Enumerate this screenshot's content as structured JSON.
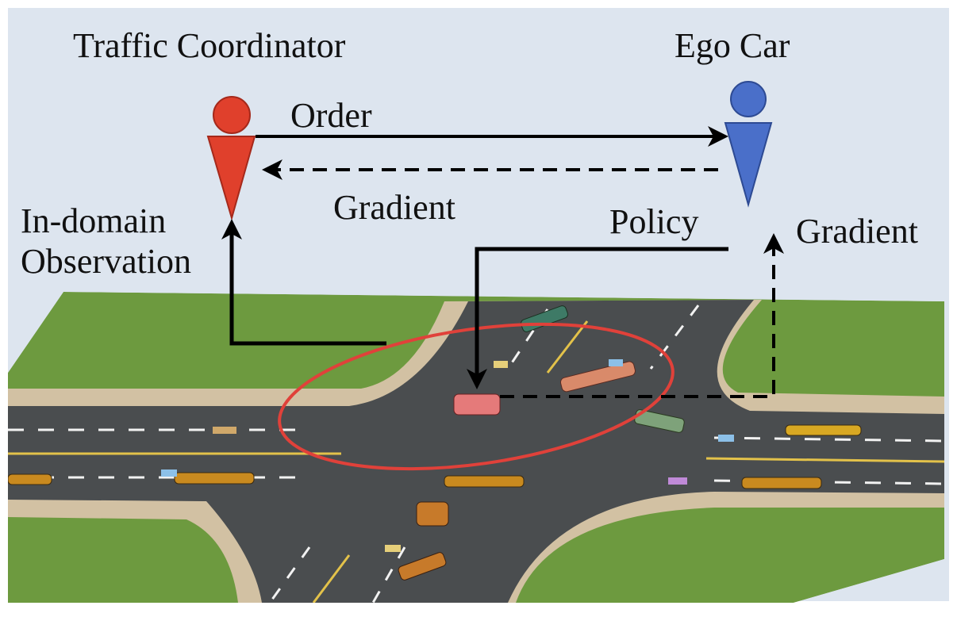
{
  "labels": {
    "coordinator": "Traffic Coordinator",
    "ego": "Ego Car",
    "order": "Order",
    "gradient_top": "Gradient",
    "observation_line1": "In-domain",
    "observation_line2": "Observation",
    "policy": "Policy",
    "gradient_right": "Gradient"
  },
  "colors": {
    "sky": "#dde5ef",
    "grass": "#6d9a3f",
    "road": "#4a4d4f",
    "sidewalk": "#d2c1a3",
    "coordinator_figure": "#e0402c",
    "ego_figure": "#4a6fc9",
    "focus_ellipse": "#e0413a",
    "arrows": "#000000"
  },
  "icons": [
    "coordinator-person-icon",
    "ego-car-person-icon"
  ]
}
